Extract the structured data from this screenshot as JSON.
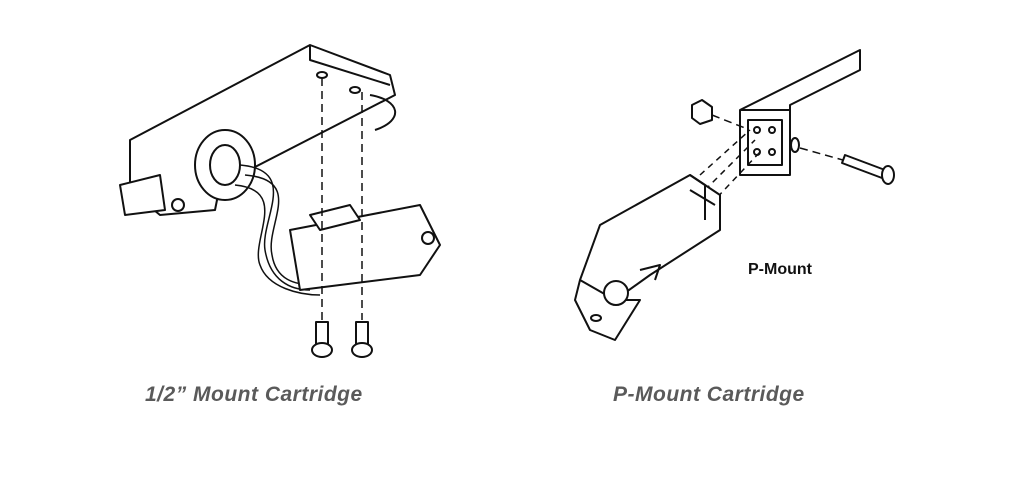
{
  "figures": [
    {
      "caption": "1/2” Mount Cartridge"
    },
    {
      "caption": "P-Mount Cartridge",
      "label": "P-Mount"
    }
  ]
}
